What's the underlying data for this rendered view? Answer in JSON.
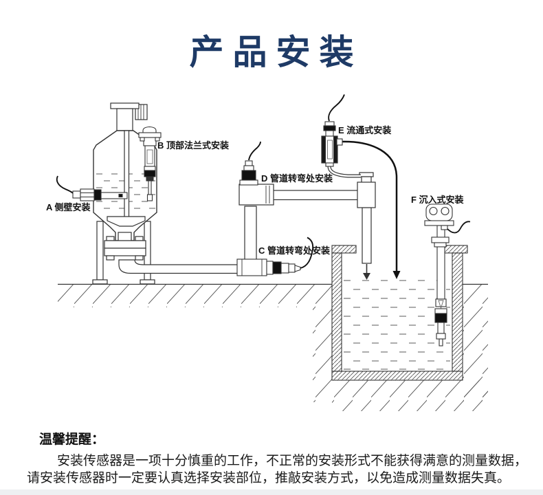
{
  "title": "产品安装",
  "diagram": {
    "labels": {
      "a": "A 侧壁安装",
      "b": "B 顶部法兰式安装",
      "c": "C 管道转弯处安装",
      "d": "D 管道转弯处安装",
      "e": "E 流通式安装",
      "f": "F 沉入式安装"
    }
  },
  "notice": {
    "heading": "温馨提醒：",
    "line1": "安装传感器是一项十分慎重的工作，不正常的安装形式不能获得满意的测量数据，",
    "line2": "请安装传感器时一定要认真选择安装部位，推敲安装方式，以免造成测量数据失真。"
  },
  "colors": {
    "title_navy": "#1e3a66",
    "line": "#333333",
    "black_parts": "#111111",
    "body_text": "#1a1a1a"
  }
}
